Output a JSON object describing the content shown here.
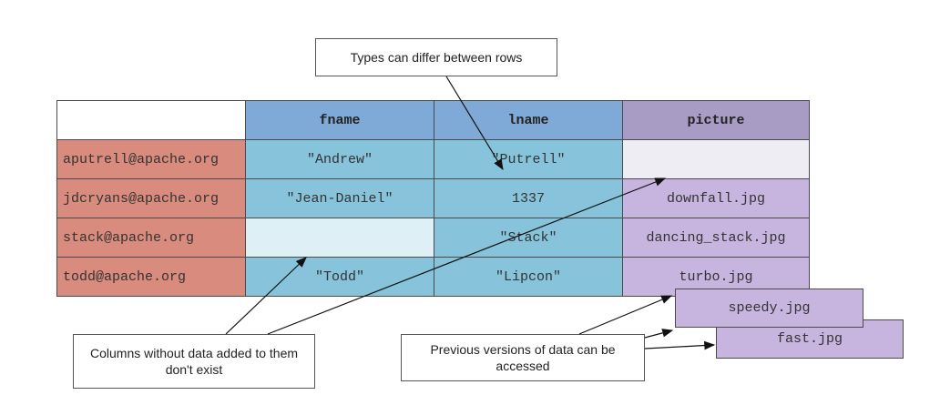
{
  "table": {
    "headers": [
      "",
      "fname",
      "lname",
      "picture"
    ],
    "rows": [
      {
        "key": "aputrell@apache.org",
        "fname": "\"Andrew\"",
        "lname": "\"Putrell\"",
        "picture": ""
      },
      {
        "key": "jdcryans@apache.org",
        "fname": "\"Jean-Daniel\"",
        "lname": "1337",
        "picture": "downfall.jpg"
      },
      {
        "key": "stack@apache.org",
        "fname": "",
        "lname": "\"Stack\"",
        "picture": "dancing_stack.jpg"
      },
      {
        "key": "todd@apache.org",
        "fname": "\"Todd\"",
        "lname": "\"Lipcon\"",
        "picture": "turbo.jpg"
      }
    ],
    "versions": [
      "speedy.jpg",
      "fast.jpg"
    ]
  },
  "callouts": {
    "types": "Types can differ between rows",
    "columns": "Columns without data added to them don't exist",
    "versions": "Previous versions of data can be accessed"
  },
  "colors": {
    "rowkey": "#d98b7e",
    "header_blue": "#7fa9d6",
    "cell_blue": "#87c4dc",
    "cell_empty_blue": "#dfeff6",
    "header_purple": "#a99cc4",
    "cell_purple": "#c7b5e0",
    "cell_empty_purple": "#efedf4"
  }
}
